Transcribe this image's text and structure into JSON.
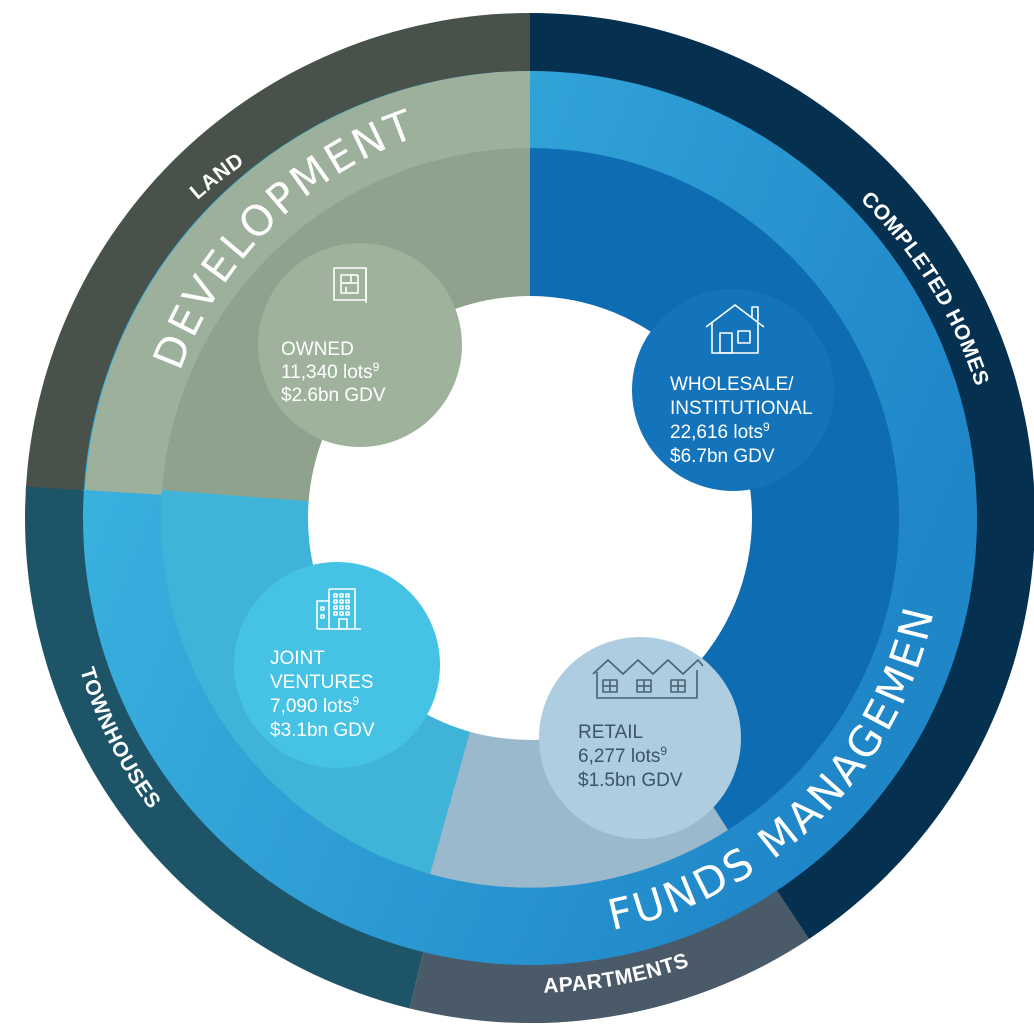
{
  "outer_labels": {
    "land": "LAND",
    "completed_homes": "COMPLETED HOMES",
    "townhouses": "TOWNHOUSES",
    "apartments": "APARTMENTS"
  },
  "segment_titles": {
    "development": "DEVELOPMENT",
    "funds_management": "FUNDS MANAGEMENT"
  },
  "nodes": {
    "owned": {
      "line1": "OWNED",
      "line2_main": "11,340 lots",
      "line2_sup": "9",
      "line3": "$2.6bn GDV",
      "icon": "blueprint-icon"
    },
    "wholesale": {
      "line1": "WHOLESALE/",
      "line2": "INSTITUTIONAL",
      "line3_main": "22,616 lots",
      "line3_sup": "9",
      "line4": "$6.7bn GDV",
      "icon": "house-icon"
    },
    "joint_ventures": {
      "line1": "JOINT",
      "line2": "VENTURES",
      "line3_main": "7,090 lots",
      "line3_sup": "9",
      "line4": "$3.1bn GDV",
      "icon": "apartment-building-icon"
    },
    "retail": {
      "line1": "RETAIL",
      "line2_main": "6,277 lots",
      "line2_sup": "9",
      "line3": "$1.5bn GDV",
      "icon": "terraced-houses-icon"
    }
  },
  "colors": {
    "land_outer": "#48524a",
    "completed_homes_outer": "#05304f",
    "townhouses_outer": "#1e5468",
    "apartments_outer": "#4a5a68",
    "development_ring": "#9db09b",
    "development_inner": "#8fa28d",
    "funds_ring": "#2b9bd3",
    "funds_inner_blue": "#0d6cb2",
    "funds_inner_light": "#3fb4d8",
    "retail_inner": "#9ab9cd",
    "owned_node": "#9fb39c",
    "wholesale_node": "#1474bb",
    "jv_node": "#45c2e4",
    "retail_node": "#aecde0"
  }
}
